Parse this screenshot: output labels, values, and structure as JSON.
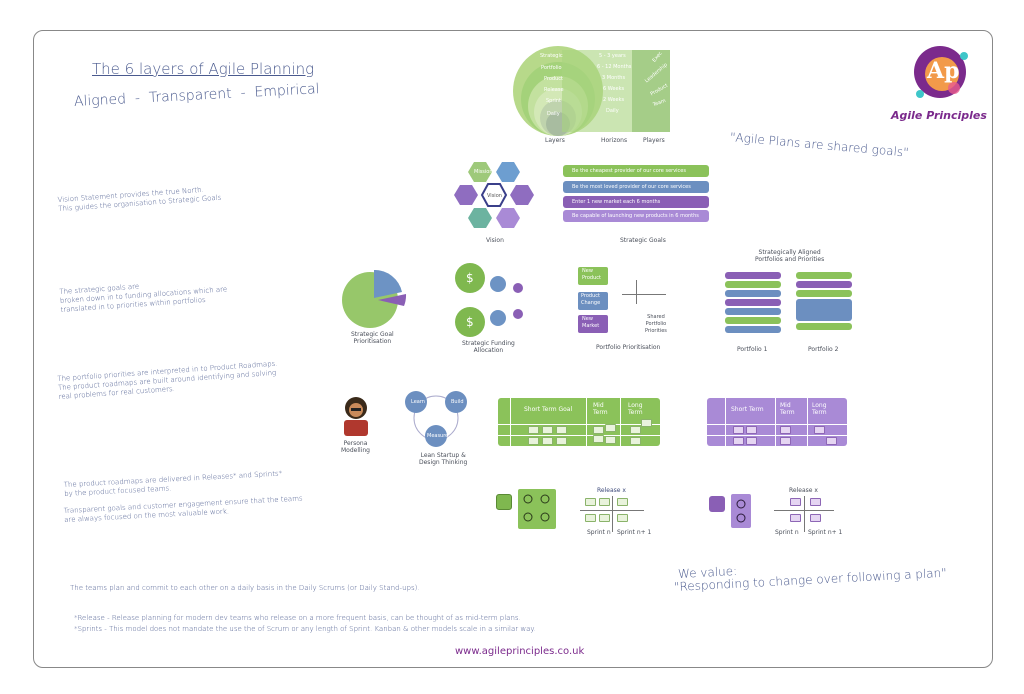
{
  "title": "The 6 layers of Agile Planning",
  "subtitle": "Aligned  -  Transparent  -  Empirical",
  "brand": {
    "name": "Agile Principles",
    "logo_text": "Ap",
    "color": "#7b2a8c"
  },
  "quote_top": "\"Agile Plans are shared goals\"",
  "layers_chart": {
    "layers": [
      "Strategic",
      "Portfolio",
      "Product",
      "Release",
      "Sprint",
      "Daily"
    ],
    "horizons": [
      "5 - 3 years",
      "6 - 12 Months",
      "3 Months",
      "6 Weeks",
      "2 Weeks",
      "Daily"
    ],
    "players": [
      "Exec",
      "Leadership",
      "Product",
      "Team"
    ],
    "col_labels": [
      "Layers",
      "Horizons",
      "Players"
    ]
  },
  "notes": {
    "vision": "Vision Statement provides the true North.\nThis guides the organisation to Strategic Goals",
    "strategic": "The strategic goals are\nbroken down in to funding allocations which are\ntranslated in to priorities within portfolios",
    "portfolio": "The portfolio priorities are interpreted in to Product Roadmaps.\nThe product roadmaps are built around identifying and solving\nreal problems for real customers.",
    "roadmaps": "The product roadmaps are delivered in Releases* and Sprints*\nby the product focused teams.",
    "transparent": "Transparent goals and customer engagement ensure that the teams\nare always focused on the most valuable work.",
    "daily": "The teams plan and commit to each other on a daily basis in the Daily Scrums (or Daily Stand-ups).",
    "footnote1": "*Release - Release planning for modern dev teams who release on a more frequent basis, can be thought of as mid-term plans.",
    "footnote2": "*Sprints - This model does not mandate the use the of Scrum or any length of Sprint. Kanban & other models scale in a similar way."
  },
  "vision": {
    "center": "Vision",
    "top_left": "Mission",
    "caption": "Vision"
  },
  "strategic_goals": {
    "items": [
      "Be the cheapest provider of our core services",
      "Be the most loved provider of our core services",
      "Enter 1 new market each 6 months",
      "Be capable of launching new products in 6 months"
    ],
    "caption": "Strategic Goals"
  },
  "labels": {
    "goal_prio": "Strategic Goal\nPrioritisation",
    "funding": "Strategic Funding\nAllocation",
    "new_product": "New\nProduct",
    "product_change": "Product\nChange",
    "new_market": "New\nMarket",
    "shared": "Shared\nPortfolio\nPriorities",
    "portfolio_prio": "Portfolio Prioritisation",
    "aligned": "Strategically Aligned\nPortfolios and Priorities",
    "portfolio1": "Portfolio 1",
    "portfolio2": "Portfolio 2",
    "persona": "Persona\nModelling",
    "lean": "Lean Startup &\nDesign Thinking",
    "learn": "Learn",
    "build": "Build",
    "measure": "Measure",
    "green_roadmap": [
      "Short Term Goal",
      "Mid\nTerm",
      "Long\nTerm"
    ],
    "purple_roadmap": [
      "Short Term",
      "Mid\nTerm",
      "Long\nTerm"
    ],
    "release": "Release x",
    "sprint_n": "Sprint n",
    "sprint_n1": "Sprint n+ 1"
  },
  "we_value": "We value:",
  "value_quote": "\"Responding to change over following a plan\"",
  "url": "www.agileprinciples.co.uk"
}
